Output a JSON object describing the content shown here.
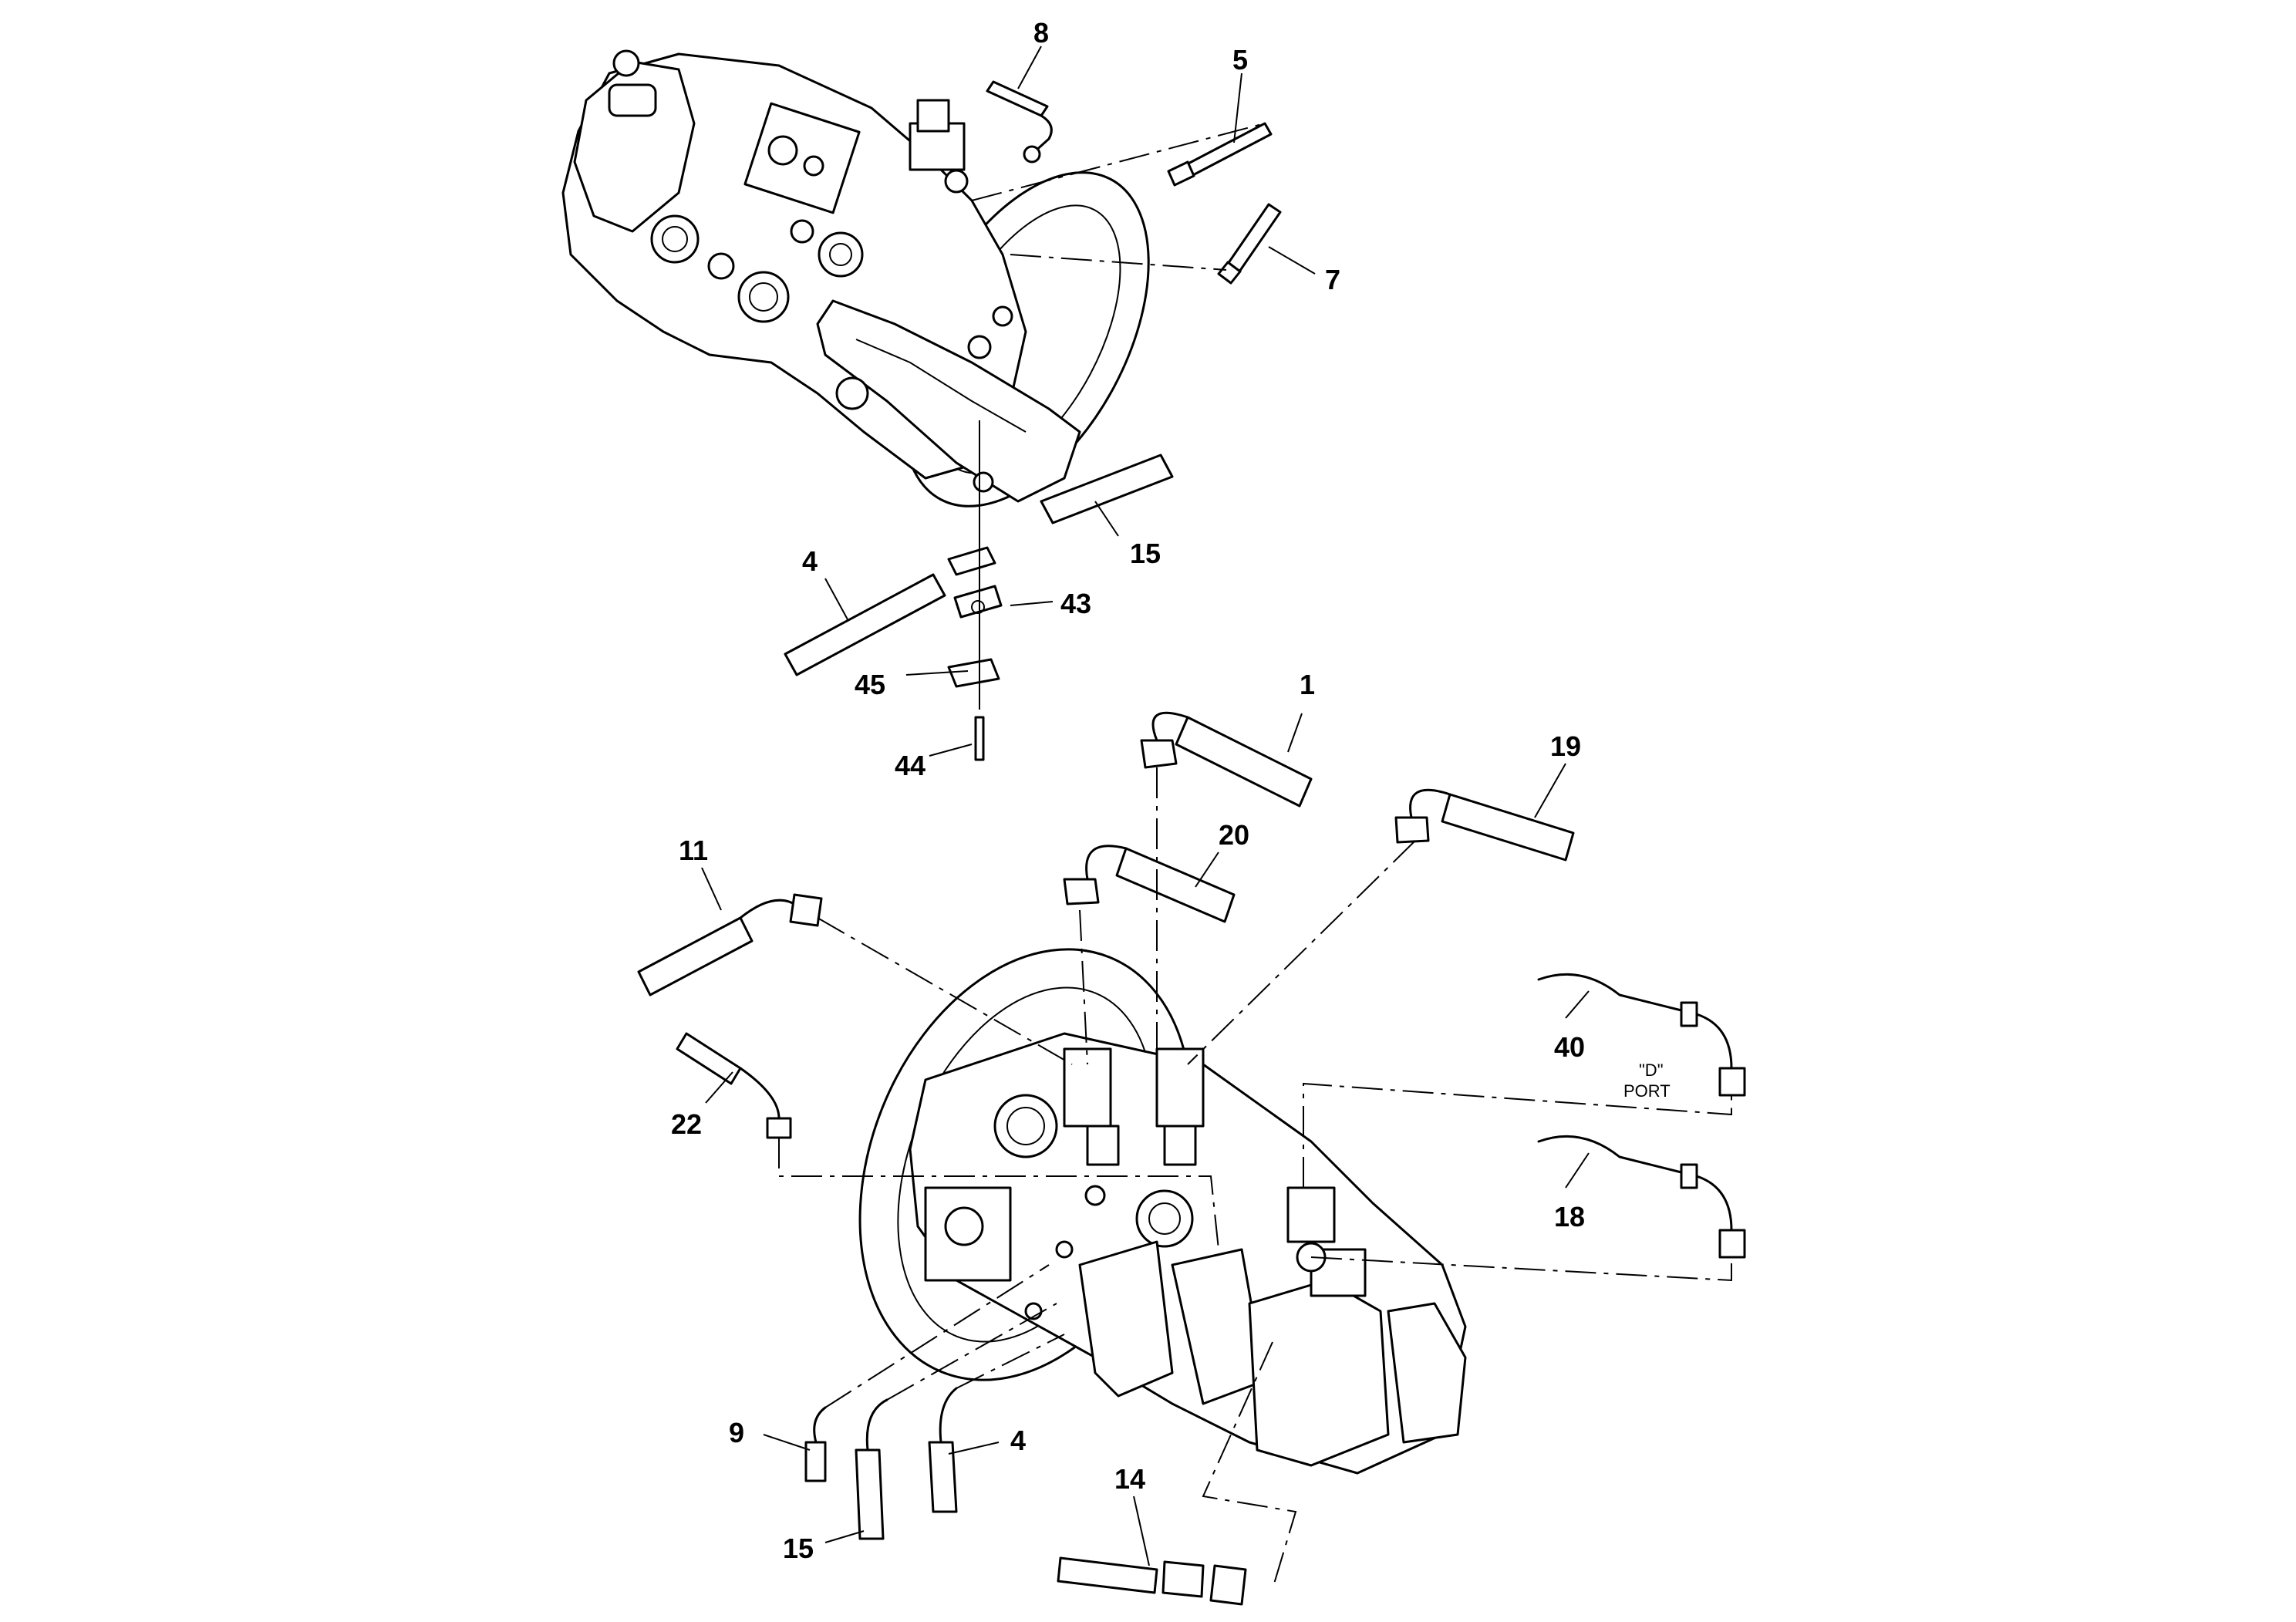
{
  "callouts": [
    {
      "id": "c8",
      "label": "8"
    },
    {
      "id": "c5",
      "label": "5"
    },
    {
      "id": "c7",
      "label": "7"
    },
    {
      "id": "c4a",
      "label": "4"
    },
    {
      "id": "c15a",
      "label": "15"
    },
    {
      "id": "c43",
      "label": "43"
    },
    {
      "id": "c45",
      "label": "45"
    },
    {
      "id": "c44",
      "label": "44"
    },
    {
      "id": "c1",
      "label": "1"
    },
    {
      "id": "c19",
      "label": "19"
    },
    {
      "id": "c20",
      "label": "20"
    },
    {
      "id": "c11",
      "label": "11"
    },
    {
      "id": "c40",
      "label": "40"
    },
    {
      "id": "c22",
      "label": "22"
    },
    {
      "id": "c18",
      "label": "18"
    },
    {
      "id": "c9",
      "label": "9"
    },
    {
      "id": "c4b",
      "label": "4"
    },
    {
      "id": "c14",
      "label": "14"
    },
    {
      "id": "c15b",
      "label": "15"
    }
  ],
  "port_note": {
    "line1": "\"D\"",
    "line2": "PORT"
  }
}
